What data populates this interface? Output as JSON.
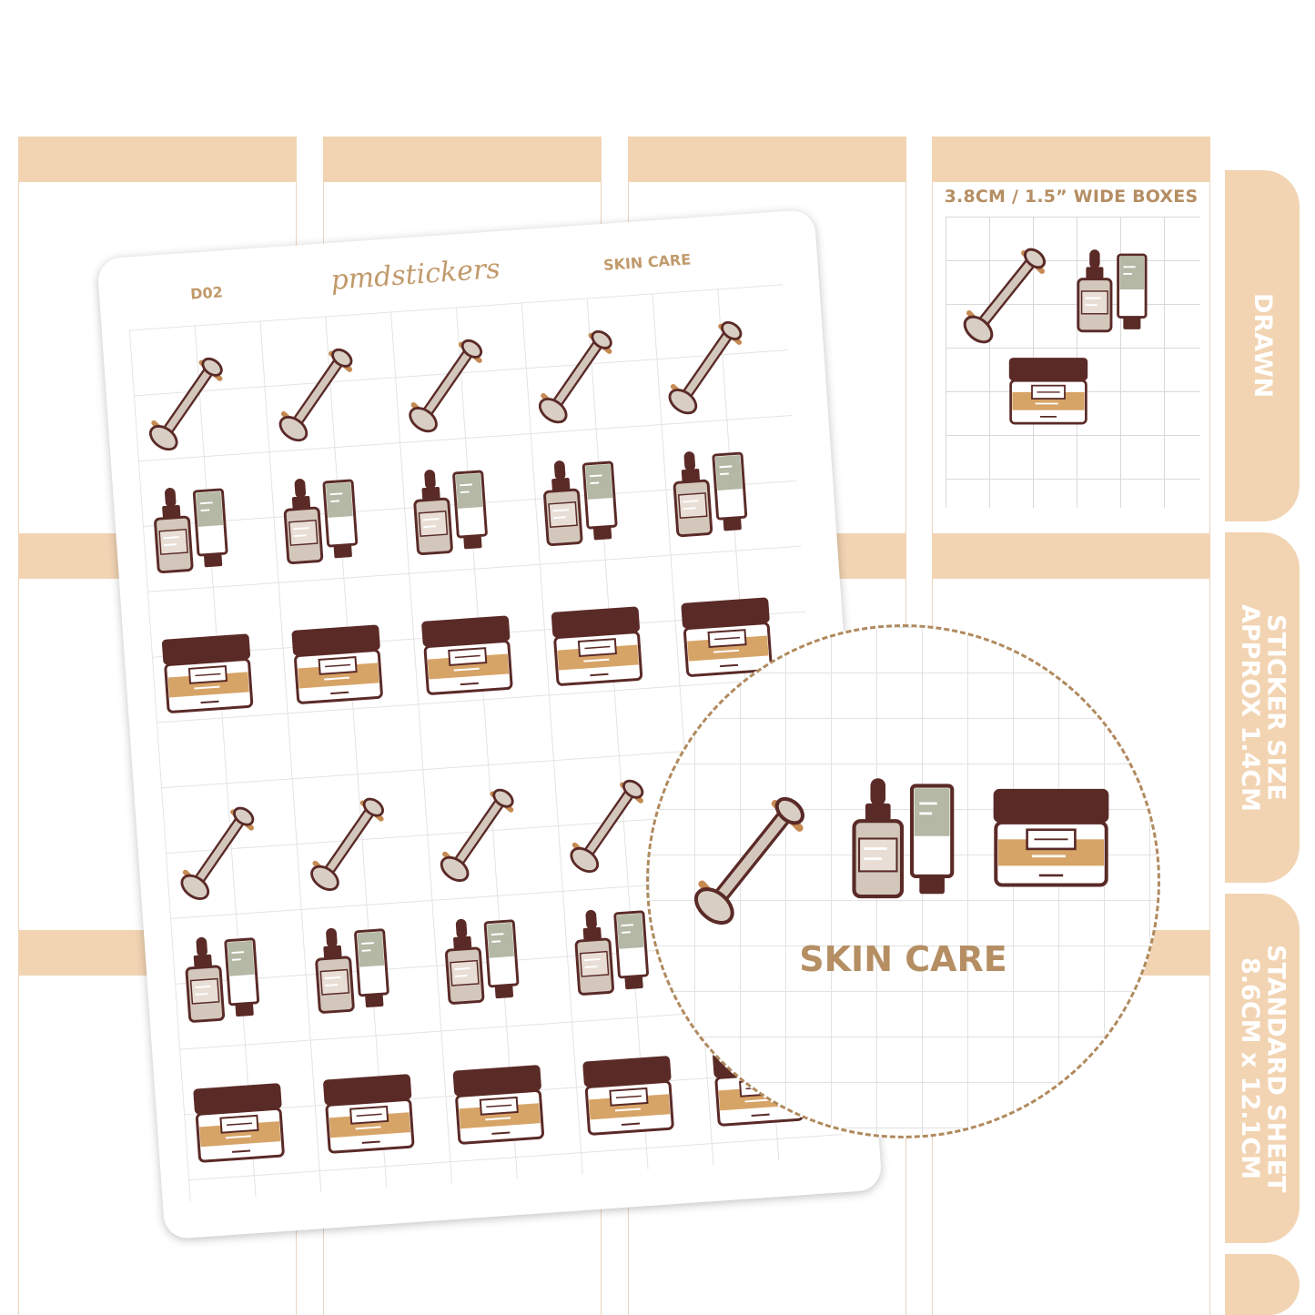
{
  "planner": {
    "box_caption": "3.8CM / 1.5” WIDE BOXES",
    "tabs": [
      {
        "text": "DRAWN"
      },
      {
        "text": "STICKER SIZE\nAPPROX 1.4CM"
      },
      {
        "text": "STANDARD SHEET\n8.6CM x 12.1CM"
      },
      {
        "text": ""
      }
    ]
  },
  "sheet": {
    "code": "D02",
    "brand": "pmdstickers",
    "title": "SKIN CARE"
  },
  "zoom": {
    "label": "SKIN CARE"
  },
  "colors": {
    "band": "#f2d4b3",
    "accent_text": "#b58e63",
    "dark_brown": "#5a2a27",
    "tan": "#d7a467",
    "taupe": "#d3c7bb",
    "sage": "#b4b8a4"
  },
  "icons": [
    "face-roller-icon",
    "serum-tube-icon",
    "cream-jar-icon"
  ]
}
